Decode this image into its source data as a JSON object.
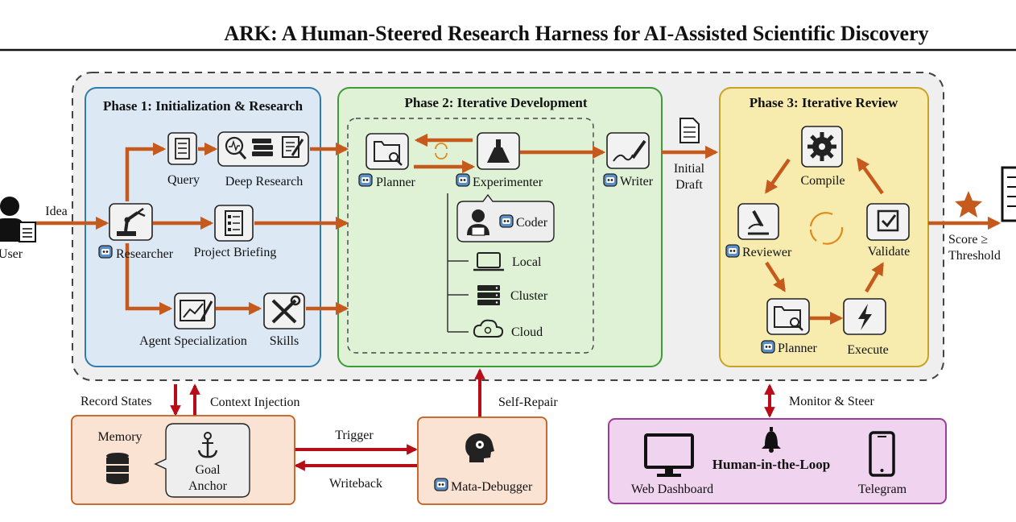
{
  "title": "ARK: A Human-Steered Research Harness for AI-Assisted Scientific Discovery",
  "user": {
    "label": "User",
    "arrow_label": "Idea"
  },
  "phase1": {
    "title": "Phase 1: Initialization & Research",
    "nodes": {
      "query": "Query",
      "deep_research": "Deep Research",
      "researcher": "Researcher",
      "project_briefing": "Project Briefing",
      "agent_specialization": "Agent Specialization",
      "skills": "Skills"
    }
  },
  "phase2": {
    "title": "Phase 2: Iterative Development",
    "nodes": {
      "planner": "Planner",
      "experimenter": "Experimenter",
      "writer": "Writer",
      "coder": "Coder",
      "local": "Local",
      "cluster": "Cluster",
      "cloud": "Cloud"
    }
  },
  "initial_draft": [
    "Initial",
    "Draft"
  ],
  "phase3": {
    "title": "Phase 3: Iterative Review",
    "nodes": {
      "compile": "Compile",
      "reviewer": "Reviewer",
      "validate": "Validate",
      "planner": "Planner",
      "execute": "Execute"
    }
  },
  "threshold": [
    "Score ≥",
    "Threshold"
  ],
  "links": {
    "record_states": "Record States",
    "context_injection": "Context Injection",
    "self_repair": "Self-Repair",
    "monitor_steer": "Monitor & Steer",
    "trigger": "Trigger",
    "writeback": "Writeback"
  },
  "memory": {
    "title": "Memory",
    "anchor": [
      "Goal",
      "Anchor"
    ]
  },
  "debugger": {
    "label": "Mata-Debugger"
  },
  "hitl": {
    "title": "Human-in-the-Loop",
    "dashboard": "Web Dashboard",
    "telegram": "Telegram"
  },
  "colors": {
    "phase1_fill": "#dce9f5",
    "phase1_stroke": "#2f7cb3",
    "phase2_fill": "#dff2d6",
    "phase2_stroke": "#3f9a3a",
    "phase3_fill": "#f7ecae",
    "phase3_stroke": "#c9a227",
    "arrow_orange": "#c55a1c",
    "arrow_red": "#b80d18",
    "memory_fill": "#fbe3d4",
    "hitl_fill": "#f0d3ee",
    "hitl_stroke": "#9a3f98"
  }
}
